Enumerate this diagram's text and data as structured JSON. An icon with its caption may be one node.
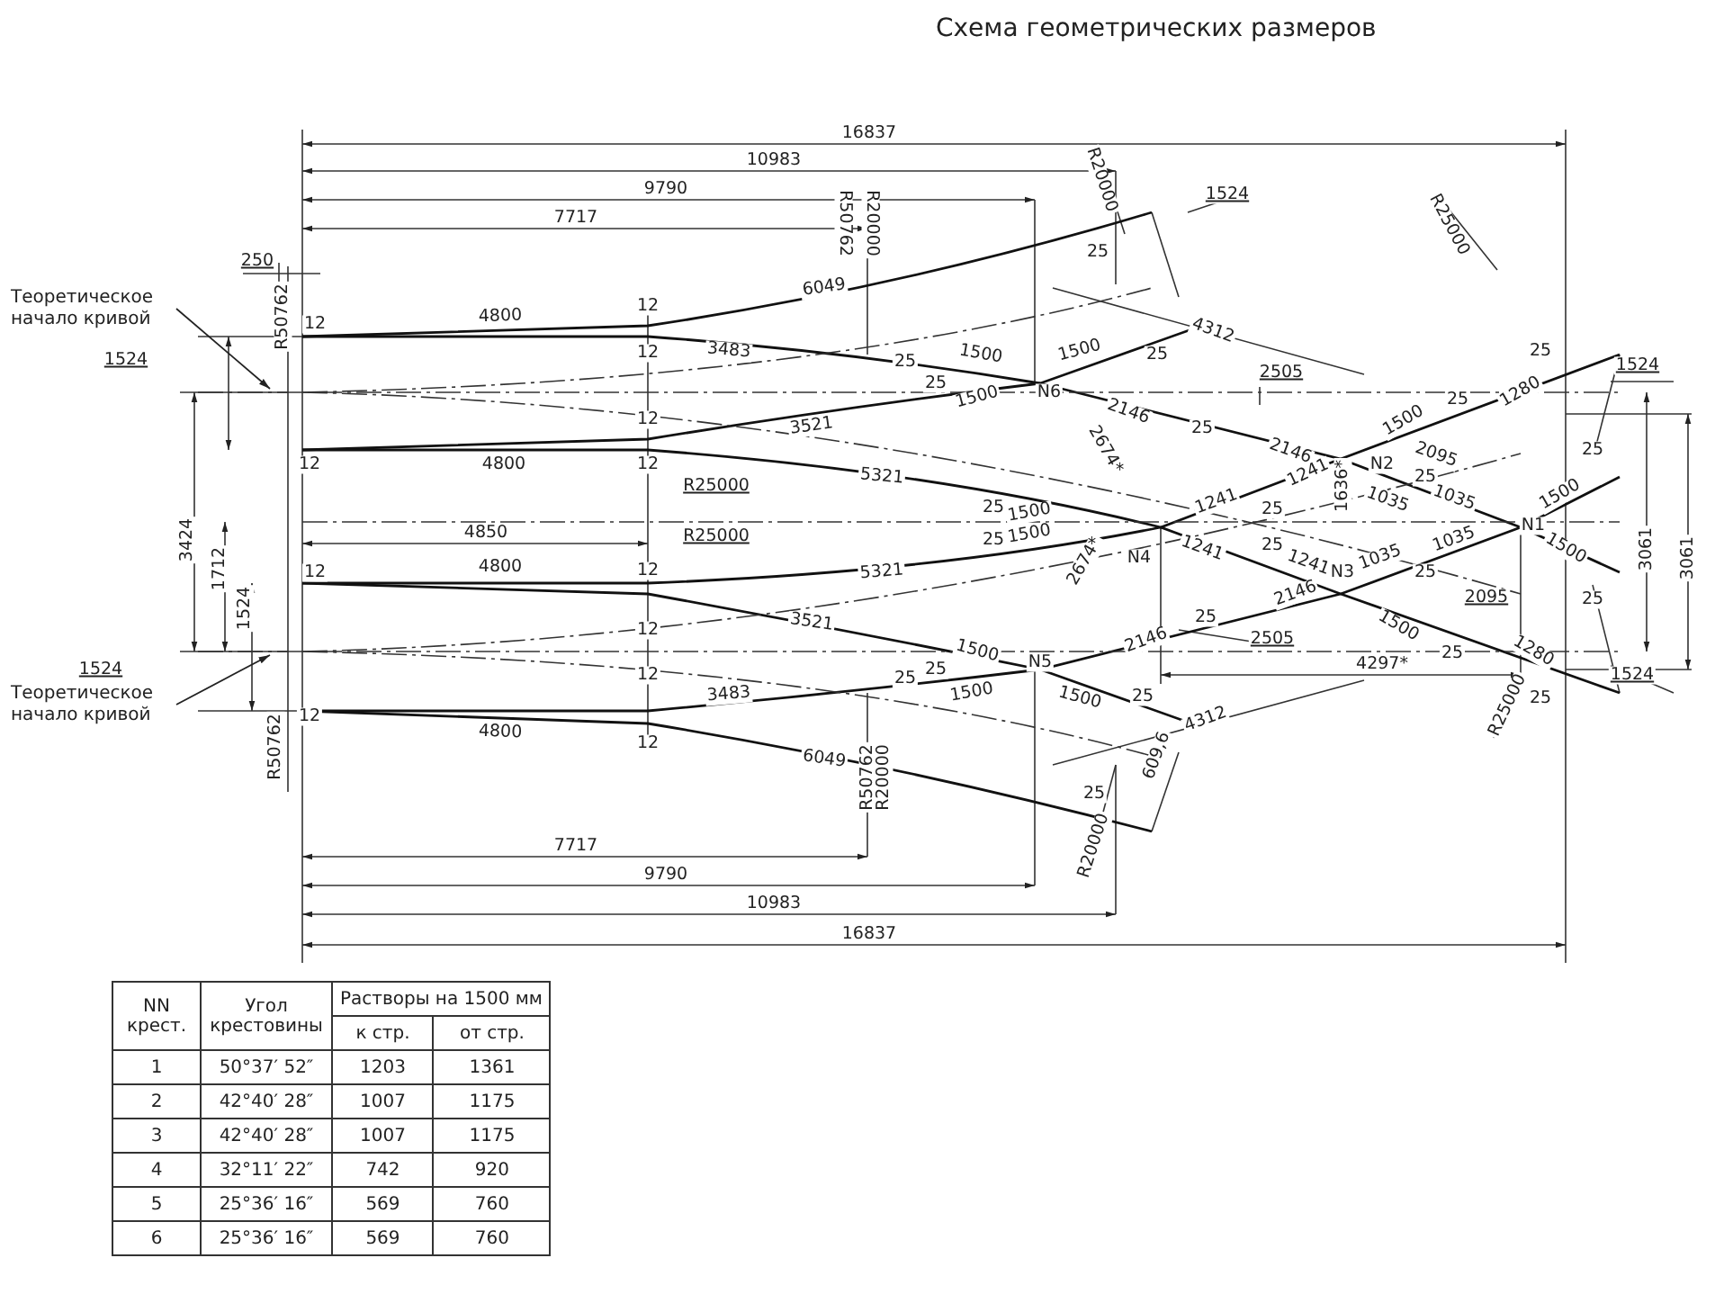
{
  "diagram": {
    "title": "Схема геометрических размеров",
    "nodes": [
      {
        "text": [
          "Теоретическое начало кривой"
        ]
      },
      {
        "text": [
          "Теоретическое начало кривой"
        ]
      }
    ],
    "edges": [
      {
        "from": 0,
        "to": null,
        "arrow": "to"
      },
      {
        "from": 1,
        "to": null,
        "arrow": "to"
      }
    ],
    "labels": [
      "16837",
      "10983",
      "9790",
      "7717",
      "R20000",
      "R50762",
      "R20000",
      "1524",
      "25",
      "250",
      "6049",
      "4312",
      "12",
      "4800",
      "12",
      "R50762",
      "1524",
      "12",
      "3483",
      "25",
      "1500",
      "1500",
      "25",
      "R25000",
      "25",
      "1524",
      "25",
      "1500",
      "N6",
      "2505",
      "1280",
      "2146",
      "25",
      "1500",
      "25",
      "12",
      "3521",
      "2146",
      "2674*",
      "N2",
      "2095",
      "25",
      "12",
      "4800",
      "12",
      "5321",
      "1241",
      "1241",
      "1636*",
      "1035",
      "25",
      "1035",
      "1500",
      "R25000",
      "25",
      "1500",
      "25",
      "3424",
      "R25000",
      "N1",
      "3061",
      "3061",
      "25",
      "1500",
      "N4",
      "1241",
      "25",
      "1035",
      "1035",
      "1500",
      "4850",
      "1712",
      "12",
      "4800",
      "12",
      "5321",
      "2674*",
      "1241",
      "N3",
      "25",
      "2095",
      "25",
      "2146",
      "1524",
      "3521",
      "12",
      "25",
      "2146",
      "1500",
      "1500",
      "2505",
      "1280",
      "25",
      "N5",
      "25",
      "4297*",
      "1524",
      "12",
      "3483",
      "25",
      "1500",
      "1500",
      "25",
      "1524",
      "R25000",
      "25",
      "12",
      "4800",
      "12",
      "6049",
      "4312",
      "R50762",
      "609,6",
      "25",
      "R50762",
      "R20000",
      "R20000",
      "7717",
      "9790",
      "10983",
      "16837",
      "NN крест.",
      "Угол крестовины",
      "Растворы на 1500 мм",
      "к стр.",
      "от стр.",
      "1",
      "50°37′ 52″",
      "1203",
      "1361",
      "2",
      "42°40′ 28″",
      "1007",
      "1175",
      "3",
      "42°40′ 28″",
      "1007",
      "1175",
      "4",
      "32°11′ 22″",
      "742",
      "920",
      "5",
      "25°36′ 16″",
      "569",
      "760",
      "6",
      "25°36′ 16″",
      "569",
      "760"
    ]
  }
}
